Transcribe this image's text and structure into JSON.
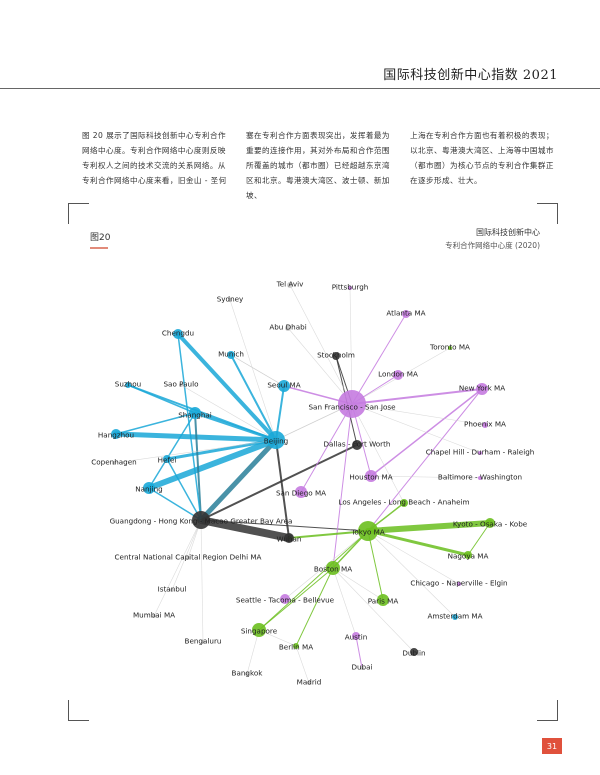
{
  "header": {
    "title": "国际科技创新中心指数 2021"
  },
  "intro": {
    "col1": "图 20 展示了国际科技创新中心专利合作网络中心度。专利合作网络中心度则反映专利权人之间的技术交流的关系网络。从专利合作网络中心度来看，旧金山 - 圣何",
    "col2": "塞在专利合作方面表现突出，发挥着最为重要的连接作用，其对外布局和合作范围所覆盖的城市（都市圈）已经超越东京湾区和北京。粤港澳大湾区、波士顿、新加坡、",
    "col3": "上海在专利合作方面也有着积极的表现；以北京、粤港澳大湾区、上海等中国城市（都市圈）为核心节点的专利合作集群正在逐步形成、壮大。"
  },
  "figure": {
    "label": "图20",
    "title": "国际科技创新中心",
    "subtitle": "专利合作网络中心度 (2020)"
  },
  "colors": {
    "china": "#1aa8d8",
    "us": "#c57be0",
    "japan": "#6bbf1f",
    "hub": "#333333",
    "accent": "#e0513c"
  },
  "network": {
    "nodes": [
      {
        "id": "Tel Aviv",
        "label": "Tel Aviv",
        "group": "other"
      },
      {
        "id": "Pittsburgh",
        "label": "Pittsburgh",
        "group": "us"
      },
      {
        "id": "Sydney",
        "label": "Sydney",
        "group": "other"
      },
      {
        "id": "Atlanta MA",
        "label": "Atlanta MA",
        "group": "us"
      },
      {
        "id": "Chengdu",
        "label": "Chengdu",
        "group": "china"
      },
      {
        "id": "Abu Dhabi",
        "label": "Abu Dhabi",
        "group": "other"
      },
      {
        "id": "Toronto MA",
        "label": "Toronto MA",
        "group": "japan"
      },
      {
        "id": "Munich",
        "label": "Munich",
        "group": "china"
      },
      {
        "id": "Stockholm",
        "label": "Stockholm",
        "group": "hub"
      },
      {
        "id": "London MA",
        "label": "London MA",
        "group": "us"
      },
      {
        "id": "Suzhou",
        "label": "Suzhou",
        "group": "china"
      },
      {
        "id": "Sao Paulo",
        "label": "Sao Paulo",
        "group": "other"
      },
      {
        "id": "Seoul MA",
        "label": "Seoul MA",
        "group": "china"
      },
      {
        "id": "New York MA",
        "label": "New York MA",
        "group": "us"
      },
      {
        "id": "San Francisco - San Jose",
        "label": "San Francisco - San Jose",
        "group": "us"
      },
      {
        "id": "Shanghai",
        "label": "Shanghai",
        "group": "china"
      },
      {
        "id": "Phoenix MA",
        "label": "Phoenix MA",
        "group": "us"
      },
      {
        "id": "Hangzhou",
        "label": "Hangzhou",
        "group": "china"
      },
      {
        "id": "Beijing",
        "label": "Beijing",
        "group": "china"
      },
      {
        "id": "Dallas - Fort Worth",
        "label": "Dallas - Fort Worth",
        "group": "hub"
      },
      {
        "id": "Chapel Hill - Durham - Raleigh",
        "label": "Chapel Hill - Durham - Raleigh",
        "group": "us"
      },
      {
        "id": "Hefei",
        "label": "Hefei",
        "group": "china"
      },
      {
        "id": "Copenhagen",
        "label": "Copenhagen",
        "group": "other"
      },
      {
        "id": "Houston MA",
        "label": "Houston MA",
        "group": "us"
      },
      {
        "id": "Baltimore - Washington",
        "label": "Baltimore - Washington",
        "group": "us"
      },
      {
        "id": "Nanjing",
        "label": "Nanjing",
        "group": "china"
      },
      {
        "id": "San Diego MA",
        "label": "San Diego MA",
        "group": "us"
      },
      {
        "id": "Los Angeles - Long Beach - Anaheim",
        "label": "Los Angeles - Long Beach - Anaheim",
        "group": "japan"
      },
      {
        "id": "Guangdong - Hong Kong - Macao Greater Bay Area",
        "label": "Guangdong - Hong Kong - Macao Greater Bay Area",
        "group": "hub"
      },
      {
        "id": "Kyoto - Osaka - Kobe",
        "label": "Kyoto - Osaka - Kobe",
        "group": "japan"
      },
      {
        "id": "Tokyo MA",
        "label": "Tokyo MA",
        "group": "japan"
      },
      {
        "id": "Wuhan",
        "label": "Wuhan",
        "group": "hub"
      },
      {
        "id": "Central National Capital Region Delhi MA",
        "label": "Central National Capital Region Delhi MA",
        "group": "other"
      },
      {
        "id": "Nagoya MA",
        "label": "Nagoya MA",
        "group": "japan"
      },
      {
        "id": "Boston MA",
        "label": "Boston MA",
        "group": "japan"
      },
      {
        "id": "Istanbul",
        "label": "Istanbul",
        "group": "other"
      },
      {
        "id": "Chicago - Naperville - Elgin",
        "label": "Chicago - Naperville - Elgin",
        "group": "us"
      },
      {
        "id": "Seattle - Tacoma - Bellevue",
        "label": "Seattle - Tacoma - Bellevue",
        "group": "us"
      },
      {
        "id": "Paris MA",
        "label": "Paris MA",
        "group": "japan"
      },
      {
        "id": "Mumbai MA",
        "label": "Mumbai MA",
        "group": "other"
      },
      {
        "id": "Amsterdam MA",
        "label": "Amsterdam MA",
        "group": "china"
      },
      {
        "id": "Singapore",
        "label": "Singapore",
        "group": "japan"
      },
      {
        "id": "Austin",
        "label": "Austin",
        "group": "us"
      },
      {
        "id": "Bengaluru",
        "label": "Bengaluru",
        "group": "other"
      },
      {
        "id": "Berlin MA",
        "label": "Berlin MA",
        "group": "japan"
      },
      {
        "id": "Dublin",
        "label": "Dublin",
        "group": "hub"
      },
      {
        "id": "Dubai",
        "label": "Dubai",
        "group": "other"
      },
      {
        "id": "Bangkok",
        "label": "Bangkok",
        "group": "other"
      },
      {
        "id": "Madrid",
        "label": "Madrid",
        "group": "other"
      }
    ]
  },
  "page_number": "31"
}
